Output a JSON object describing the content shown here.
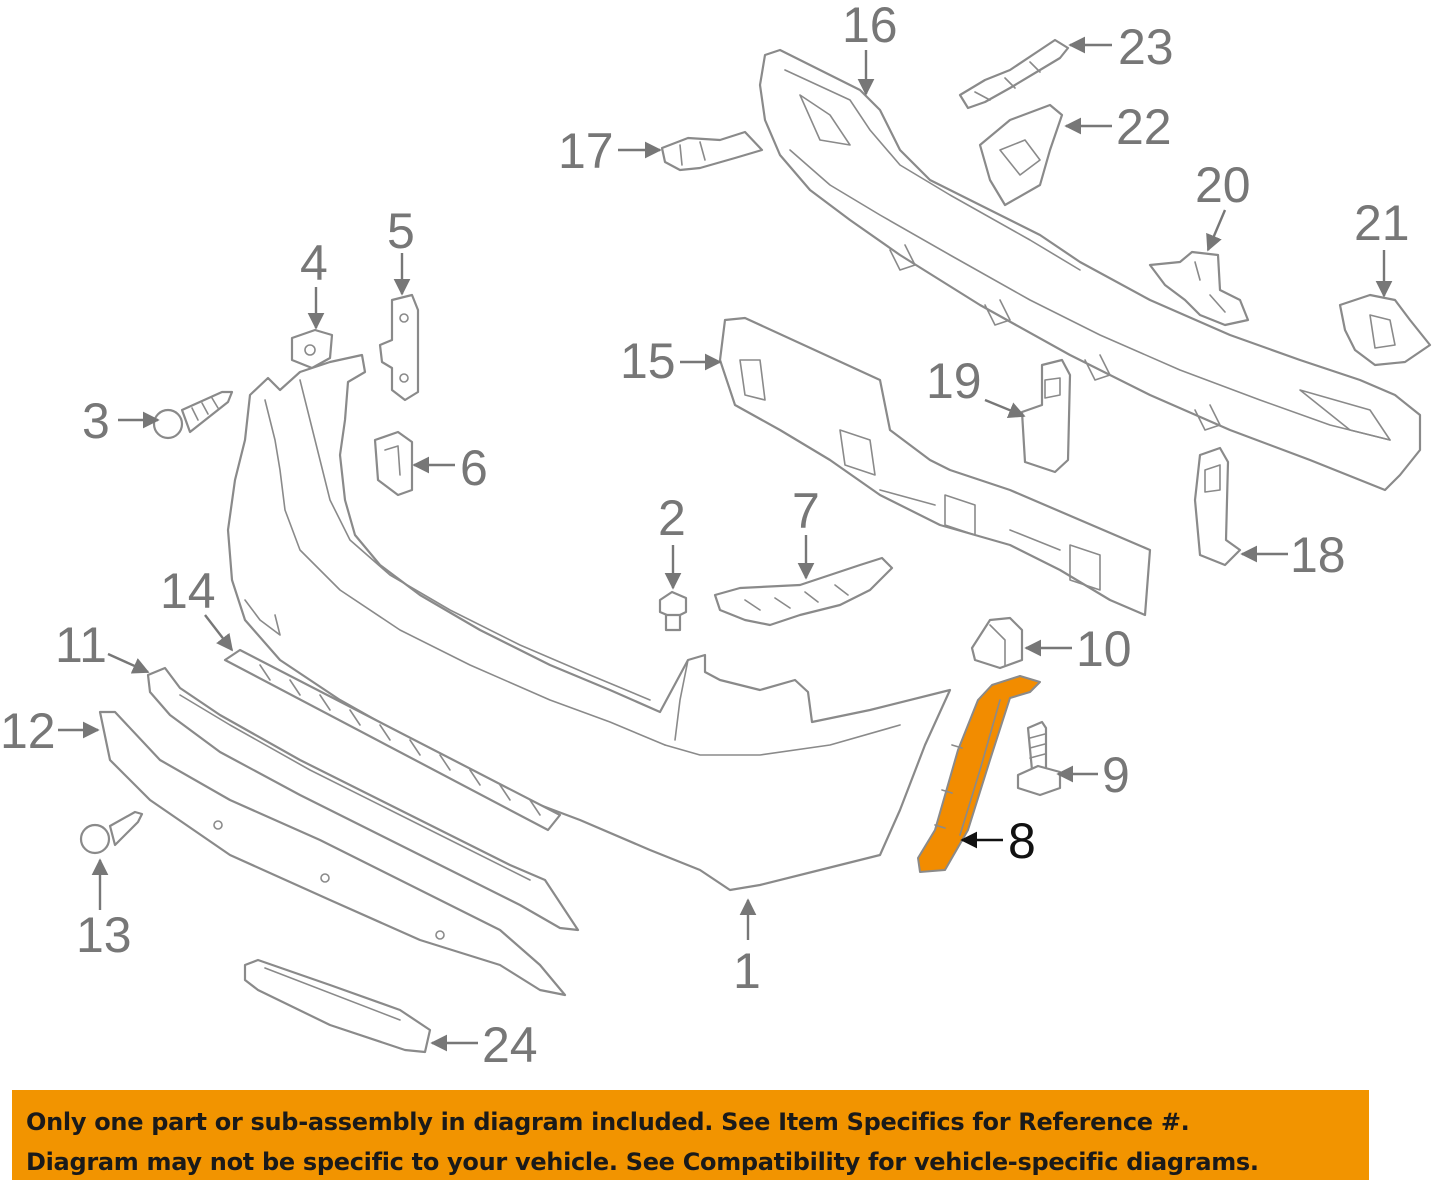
{
  "diagram": {
    "callouts": [
      {
        "id": "1",
        "label": "1"
      },
      {
        "id": "2",
        "label": "2"
      },
      {
        "id": "3",
        "label": "3"
      },
      {
        "id": "4",
        "label": "4"
      },
      {
        "id": "5",
        "label": "5"
      },
      {
        "id": "6",
        "label": "6"
      },
      {
        "id": "7",
        "label": "7"
      },
      {
        "id": "8",
        "label": "8"
      },
      {
        "id": "9",
        "label": "9"
      },
      {
        "id": "10",
        "label": "10"
      },
      {
        "id": "11",
        "label": "11"
      },
      {
        "id": "12",
        "label": "12"
      },
      {
        "id": "13",
        "label": "13"
      },
      {
        "id": "14",
        "label": "14"
      },
      {
        "id": "15",
        "label": "15"
      },
      {
        "id": "16",
        "label": "16"
      },
      {
        "id": "17",
        "label": "17"
      },
      {
        "id": "18",
        "label": "18"
      },
      {
        "id": "19",
        "label": "19"
      },
      {
        "id": "20",
        "label": "20"
      },
      {
        "id": "21",
        "label": "21"
      },
      {
        "id": "22",
        "label": "22"
      },
      {
        "id": "23",
        "label": "23"
      },
      {
        "id": "24",
        "label": "24"
      }
    ],
    "highlighted_part": "8",
    "highlight_color": "#f28c00"
  },
  "notice": {
    "line1": "Only one part or sub-assembly in diagram included. See Item Specifics for Reference #.",
    "line2": "Diagram may not be specific to your vehicle. See Compatibility for vehicle-specific diagrams.",
    "background_color": "#f29400"
  }
}
